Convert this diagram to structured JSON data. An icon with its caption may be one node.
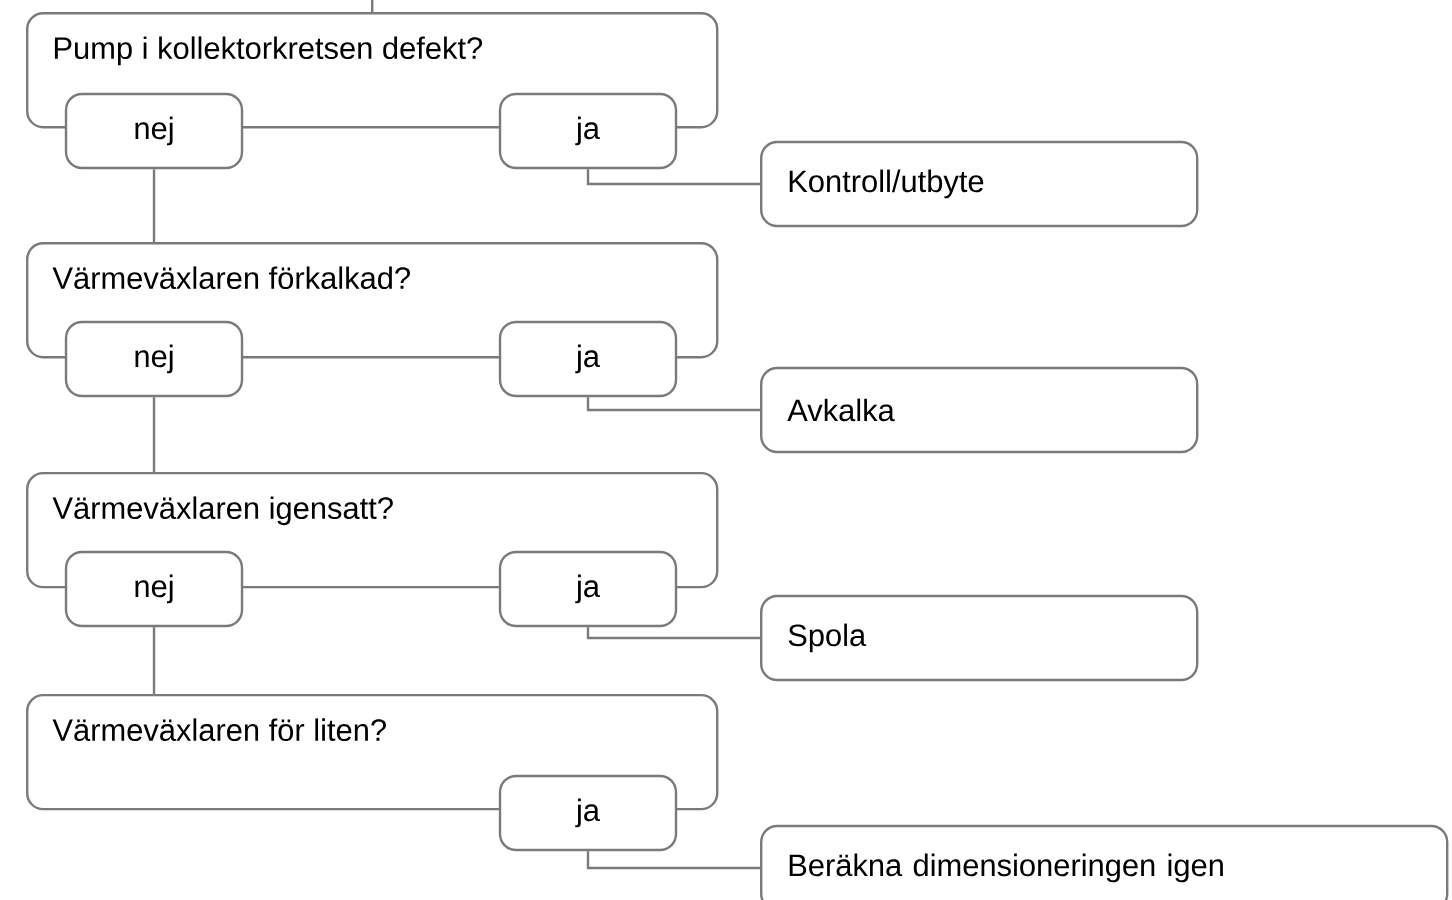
{
  "diagram": {
    "nodes": [
      {
        "text": [
          "Pump i kollektorkretsen defekt?"
        ]
      },
      {
        "text": [
          "nej"
        ]
      },
      {
        "text": [
          "ja"
        ]
      },
      {
        "text": [
          "Kontroll/utbyte"
        ]
      },
      {
        "text": [
          "Värmeväxlaren förkalkad?"
        ]
      },
      {
        "text": [
          "nej"
        ]
      },
      {
        "text": [
          "ja"
        ]
      },
      {
        "text": [
          "Avkalka"
        ]
      },
      {
        "text": [
          "Värmeväxlaren igensatt?"
        ]
      },
      {
        "text": [
          "nej"
        ]
      },
      {
        "text": [
          "ja"
        ]
      },
      {
        "text": [
          "Spola"
        ]
      },
      {
        "text": [
          "Värmeväxlaren för liten?"
        ]
      },
      {
        "text": [
          "ja"
        ]
      },
      {
        "text": [
          "Beräkna dimensioneringen igen"
        ]
      }
    ],
    "edges": [
      {
        "from": null,
        "to": 0,
        "arrow": "none"
      },
      {
        "from": 1,
        "to": 4,
        "arrow": "none"
      },
      {
        "from": 2,
        "to": 3,
        "arrow": "none"
      },
      {
        "from": 5,
        "to": 8,
        "arrow": "none"
      },
      {
        "from": 6,
        "to": 7,
        "arrow": "none"
      },
      {
        "from": 9,
        "to": 12,
        "arrow": "none"
      },
      {
        "from": 10,
        "to": 11,
        "arrow": "none"
      },
      {
        "from": 13,
        "to": 14,
        "arrow": "none"
      }
    ]
  }
}
